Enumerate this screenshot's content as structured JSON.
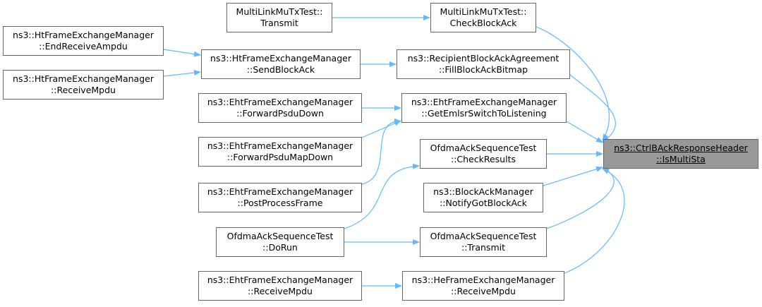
{
  "diagram": {
    "edge_color": "#63b8ff",
    "root_fill": "#999999",
    "nodes": [
      {
        "id": "root",
        "lines": [
          "ns3::CtrlBAckResponseHeader",
          "::IsMultiSta"
        ],
        "root": true
      },
      {
        "id": "checkBlockAck",
        "lines": [
          "MultiLinkMuTxTest::",
          "CheckBlockAck"
        ]
      },
      {
        "id": "transmitMl",
        "lines": [
          "MultiLinkMuTxTest::",
          "Transmit"
        ]
      },
      {
        "id": "fillBitmap",
        "lines": [
          "ns3::RecipientBlockAckAgreement",
          "::FillBlockAckBitmap"
        ]
      },
      {
        "id": "sendBlockAck",
        "lines": [
          "ns3::HtFrameExchangeManager",
          "::SendBlockAck"
        ]
      },
      {
        "id": "endReceiveAmpdu",
        "lines": [
          "ns3::HtFrameExchangeManager",
          "::EndReceiveAmpdu"
        ]
      },
      {
        "id": "htReceiveMpdu",
        "lines": [
          "ns3::HtFrameExchangeManager",
          "::ReceiveMpdu"
        ]
      },
      {
        "id": "getEmlsr",
        "lines": [
          "ns3::EhtFrameExchangeManager",
          "::GetEmlsrSwitchToListening"
        ]
      },
      {
        "id": "fwdPsduDown",
        "lines": [
          "ns3::EhtFrameExchangeManager",
          "::ForwardPsduDown"
        ]
      },
      {
        "id": "fwdPsduMapDown",
        "lines": [
          "ns3::EhtFrameExchangeManager",
          "::ForwardPsduMapDown"
        ]
      },
      {
        "id": "postProcess",
        "lines": [
          "ns3::EhtFrameExchangeManager",
          "::PostProcessFrame"
        ]
      },
      {
        "id": "checkResults",
        "lines": [
          "OfdmaAckSequenceTest",
          "::CheckResults"
        ]
      },
      {
        "id": "doRun",
        "lines": [
          "OfdmaAckSequenceTest",
          "::DoRun"
        ]
      },
      {
        "id": "notifyGotBlockAck",
        "lines": [
          "ns3::BlockAckManager",
          "::NotifyGotBlockAck"
        ]
      },
      {
        "id": "transmitOfdma",
        "lines": [
          "OfdmaAckSequenceTest",
          "::Transmit"
        ]
      },
      {
        "id": "heReceiveMpdu",
        "lines": [
          "ns3::HeFrameExchangeManager",
          "::ReceiveMpdu"
        ]
      },
      {
        "id": "ehtReceiveMpdu",
        "lines": [
          "ns3::EhtFrameExchangeManager",
          "::ReceiveMpdu"
        ]
      }
    ],
    "edges": [
      {
        "from": "checkBlockAck",
        "to": "root"
      },
      {
        "from": "transmitMl",
        "to": "checkBlockAck"
      },
      {
        "from": "fillBitmap",
        "to": "root"
      },
      {
        "from": "sendBlockAck",
        "to": "fillBitmap"
      },
      {
        "from": "endReceiveAmpdu",
        "to": "sendBlockAck"
      },
      {
        "from": "htReceiveMpdu",
        "to": "sendBlockAck"
      },
      {
        "from": "getEmlsr",
        "to": "root"
      },
      {
        "from": "fwdPsduDown",
        "to": "getEmlsr"
      },
      {
        "from": "fwdPsduMapDown",
        "to": "getEmlsr"
      },
      {
        "from": "postProcess",
        "to": "getEmlsr"
      },
      {
        "from": "checkResults",
        "to": "root"
      },
      {
        "from": "doRun",
        "to": "checkResults"
      },
      {
        "from": "notifyGotBlockAck",
        "to": "root"
      },
      {
        "from": "transmitOfdma",
        "to": "root"
      },
      {
        "from": "doRun",
        "to": "transmitOfdma"
      },
      {
        "from": "heReceiveMpdu",
        "to": "root"
      },
      {
        "from": "ehtReceiveMpdu",
        "to": "heReceiveMpdu"
      }
    ]
  }
}
